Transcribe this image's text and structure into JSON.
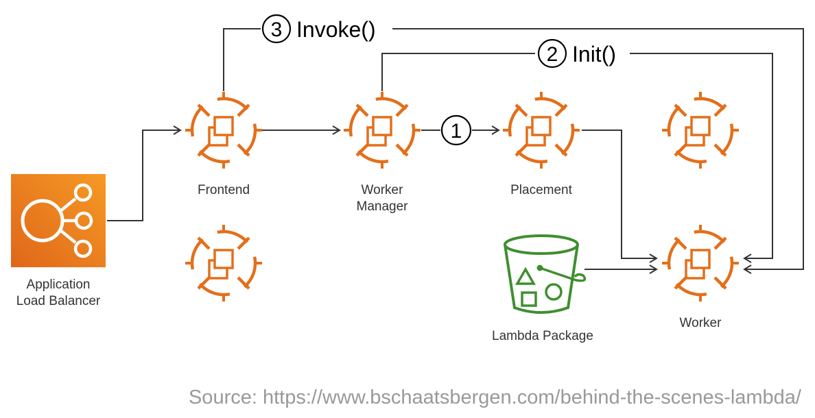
{
  "colors": {
    "ec2_orange": "#e36f1a",
    "alb_orange": "#f08c1f",
    "s3_green": "#3f8f2f",
    "line": "#333333",
    "source_text": "#999999"
  },
  "icons": {
    "ec2": "ec2-instance-icon",
    "alb": "application-load-balancer-icon",
    "s3": "s3-bucket-icon"
  },
  "nodes": {
    "alb": {
      "label_line1": "Application",
      "label_line2": "Load Balancer"
    },
    "frontend": {
      "label": "Frontend"
    },
    "worker_manager": {
      "label_line1": "Worker",
      "label_line2": "Manager"
    },
    "placement": {
      "label": "Placement"
    },
    "worker": {
      "label": "Worker"
    },
    "lambda_package": {
      "label": "Lambda Package"
    }
  },
  "steps": {
    "s1": {
      "number": "1"
    },
    "s2": {
      "number": "2",
      "label": "Init()"
    },
    "s3": {
      "number": "3",
      "label": "Invoke()"
    }
  },
  "source": "Source: https://www.bschaatsbergen.com/behind-the-scenes-lambda/"
}
